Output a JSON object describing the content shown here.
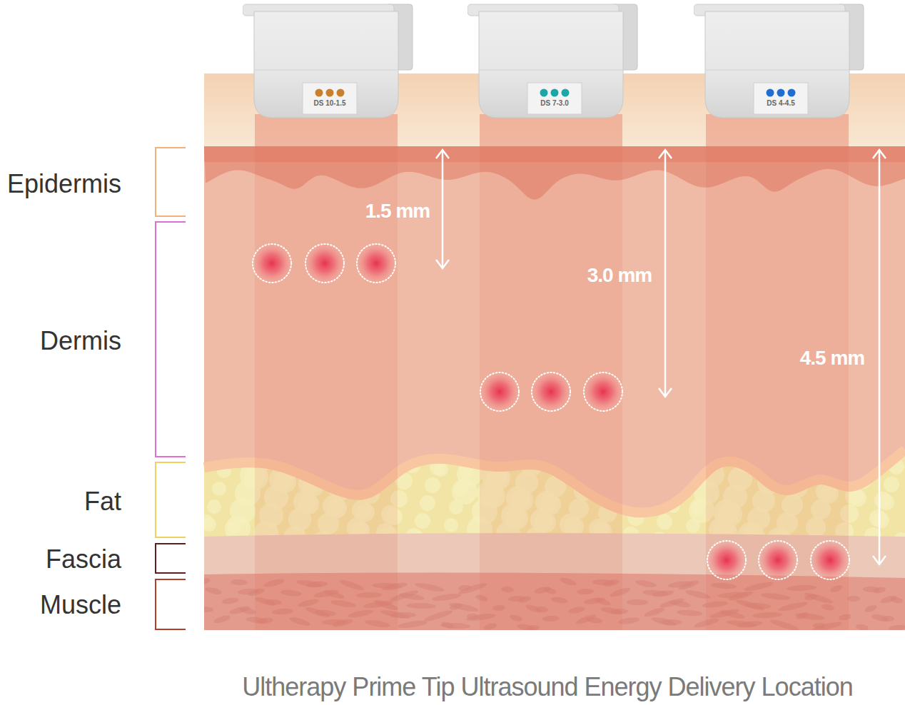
{
  "diagram": {
    "caption": "Ultherapy Prime Tip Ultrasound Energy Delivery Location",
    "nodes": [
      {
        "text": [
          "DS 10-1.5"
        ]
      },
      {
        "text": [
          "DS 7-3.0"
        ]
      },
      {
        "text": [
          "DS 4-4.5"
        ]
      }
    ],
    "labels": [
      "Epidermis",
      "Dermis",
      "Fat",
      "Fascia",
      "Muscle",
      "1.5 mm",
      "3.0 mm",
      "4.5 mm"
    ]
  }
}
